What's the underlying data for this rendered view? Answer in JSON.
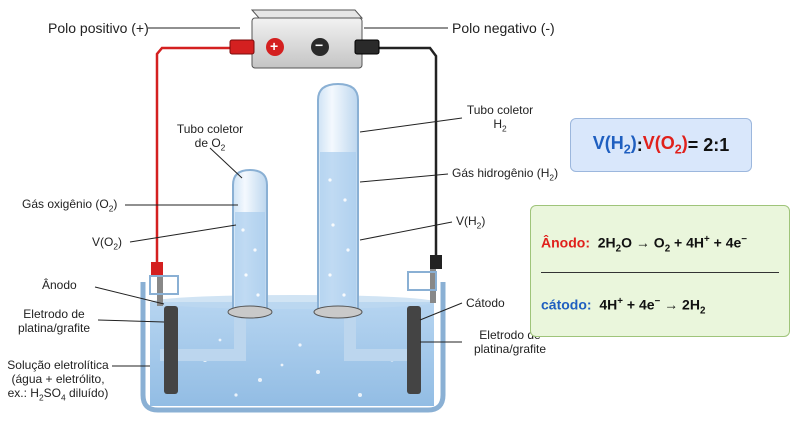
{
  "labels": {
    "polo_positivo": "Polo positivo (+)",
    "polo_negativo": "Polo negativo (-)",
    "tubo_coletor_o2": [
      "Tubo coletor",
      "de O",
      "2"
    ],
    "tubo_coletor_h2": [
      "Tubo coletor",
      "H",
      "2"
    ],
    "gas_oxigenio": [
      "Gás oxigênio (O",
      "2",
      ")"
    ],
    "v_o2": [
      "V(O",
      "2",
      ")"
    ],
    "gas_hidrogenio": [
      "Gás hidrogênio (H",
      "2",
      ")"
    ],
    "v_h2": [
      "V(H",
      "2",
      ")"
    ],
    "anodo": "Ânodo",
    "eletrodo_esq": [
      "Eletrodo de",
      "platina/grafite"
    ],
    "solucao": [
      "Solução eletrolítica",
      "(água + eletrólito,",
      "ex.: H",
      "2",
      "SO",
      "4",
      " diluído)"
    ],
    "catodo": "Cátodo",
    "eletrodo_dir": [
      "Eletrodo de",
      "platina/grafite"
    ]
  },
  "ratio": {
    "v_open": "V(H",
    "sub_h": "2",
    "close": ")",
    "colon": ":",
    "v_open_o": "V(O",
    "sub_o": "2",
    "close_o": ")",
    "value": " = 2:1"
  },
  "equations": {
    "anodo_label": "Ânodo:",
    "anodo_eq": [
      "2H",
      "2",
      "O → O",
      "2",
      " + 4H",
      "+",
      " + 4e",
      "−"
    ],
    "catodo_label": "cátodo:",
    "catodo_eq": [
      "4H",
      "+",
      " + 4e",
      "−",
      " → 2H",
      "2"
    ]
  },
  "battery": {
    "plus": "+",
    "minus": "−"
  },
  "colors": {
    "positive_wire": "#d42020",
    "negative_wire": "#222222",
    "anodo_text": "#e0201b",
    "catodo_text": "#1f5fc0",
    "o2_ratio": "#e0201b",
    "h2_ratio": "#1f5fc0"
  }
}
